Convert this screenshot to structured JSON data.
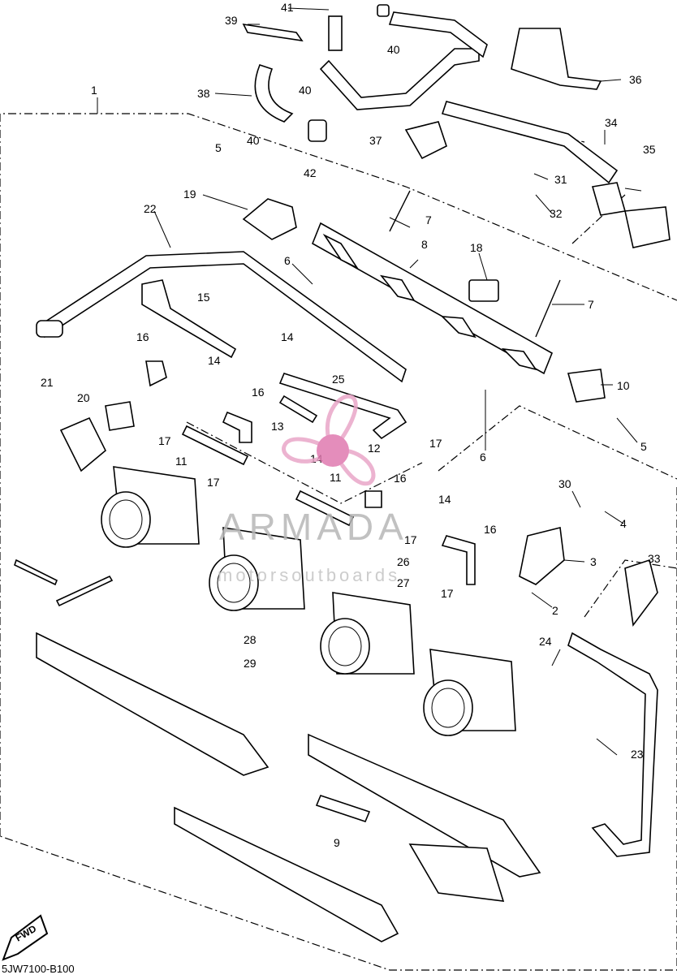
{
  "diagram": {
    "callouts": [
      "1",
      "2",
      "3",
      "4",
      "5",
      "6",
      "7",
      "8",
      "9",
      "10",
      "11",
      "12",
      "13",
      "14",
      "15",
      "16",
      "17",
      "18",
      "19",
      "20",
      "21",
      "22",
      "23",
      "24",
      "25",
      "26",
      "27",
      "28",
      "29",
      "30",
      "31",
      "32",
      "33",
      "34",
      "35",
      "36",
      "37",
      "38",
      "39",
      "40",
      "41",
      "42"
    ],
    "repeated_labels": {
      "5": [
        "5",
        "5"
      ],
      "6": [
        "6",
        "6"
      ],
      "7": [
        "7",
        "7"
      ],
      "11": [
        "11",
        "11"
      ],
      "14": [
        "14",
        "14",
        "14",
        "14"
      ],
      "16": [
        "16",
        "16",
        "16",
        "16"
      ],
      "17": [
        "17",
        "17",
        "17",
        "17",
        "17"
      ],
      "40": [
        "40",
        "40",
        "40"
      ]
    },
    "watermark": {
      "brand": "ARMADA",
      "tagline": "motorsoutboards",
      "color_brand": "#b7b7b7",
      "color_logo": "#e9a6c8",
      "color_logo_center": "#e07ab0"
    },
    "fwd_label": "FWD",
    "drawing_code": "5JW7100-B100"
  }
}
